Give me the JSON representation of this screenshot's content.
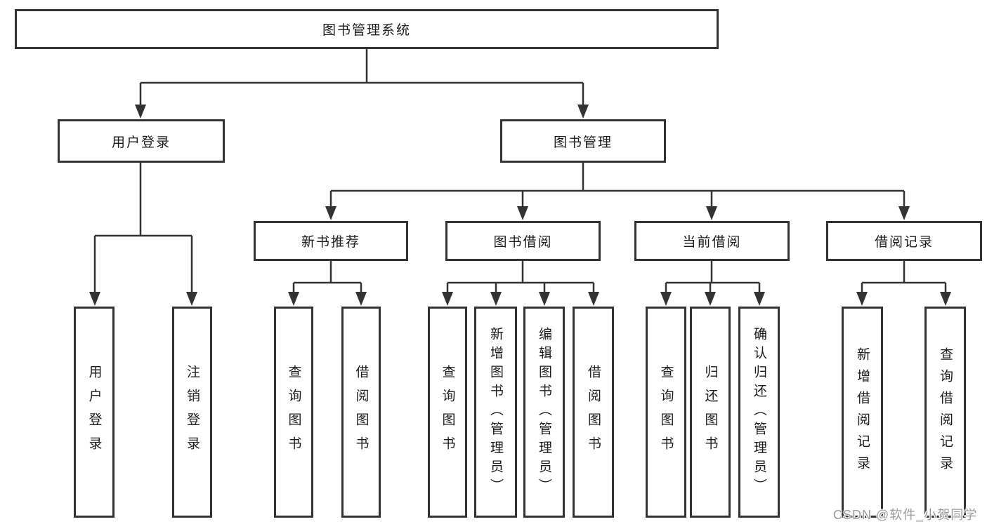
{
  "diagram": {
    "root": {
      "label": "图书管理系统"
    },
    "level2": [
      {
        "label": "用户登录"
      },
      {
        "label": "图书管理"
      }
    ],
    "level3": [
      {
        "label": "新书推荐"
      },
      {
        "label": "图书借阅"
      },
      {
        "label": "当前借阅"
      },
      {
        "label": "借阅记录"
      }
    ],
    "leaves": [
      {
        "label": "用户登录"
      },
      {
        "label": "注销登录"
      },
      {
        "label": "查询图书"
      },
      {
        "label": "借阅图书"
      },
      {
        "label": "查询图书"
      },
      {
        "label": "新增图书（管理员）"
      },
      {
        "label": "编辑图书（管理员）"
      },
      {
        "label": "借阅图书"
      },
      {
        "label": "查询图书"
      },
      {
        "label": "归还图书"
      },
      {
        "label": "确认归还（管理员）"
      },
      {
        "label": "新增借阅记录"
      },
      {
        "label": "查询借阅记录"
      }
    ],
    "watermark": "CSDN @软件_小贺同学",
    "colors": {
      "line": "#333333",
      "text": "#1c1c1c",
      "watermark": "#9c9c9c",
      "background": "#ffffff"
    }
  }
}
